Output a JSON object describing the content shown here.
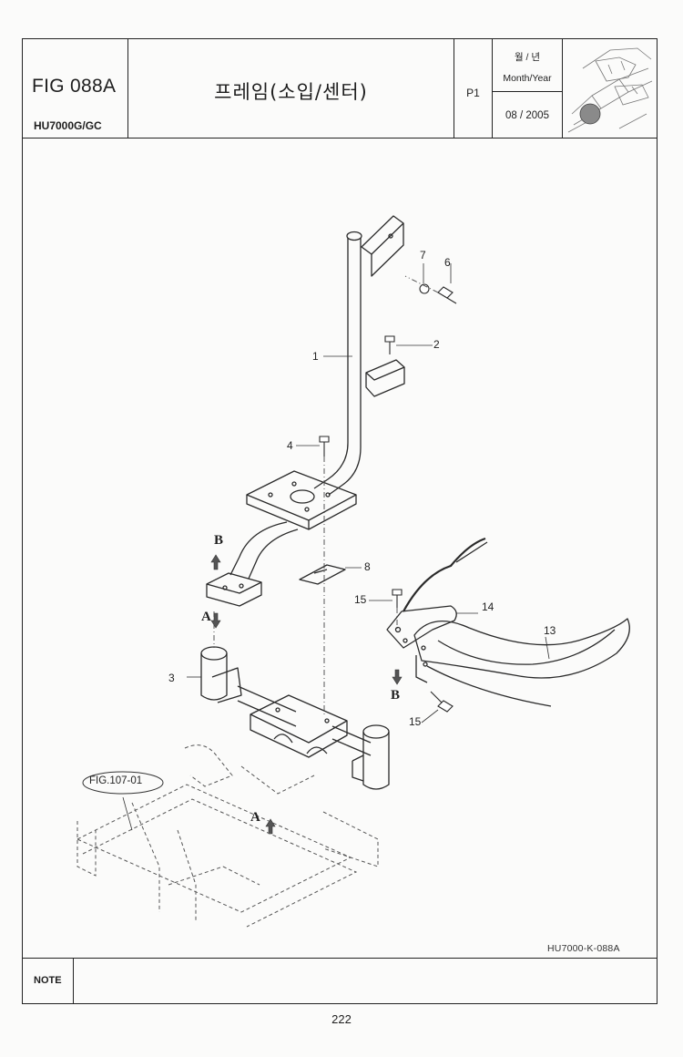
{
  "header": {
    "fig_no": "FIG 088A",
    "model": "HU7000G/GC",
    "title": "프레임(소입/센터)",
    "page": "P1",
    "date_label_ko": "월 / 년",
    "date_label_en": "Month/Year",
    "date_value": "08 / 2005"
  },
  "diagram": {
    "callouts": [
      "1",
      "2",
      "3",
      "4",
      "6",
      "7",
      "8",
      "13",
      "14",
      "15",
      "15"
    ],
    "arrow_labels": [
      "B",
      "A",
      "B",
      "A"
    ],
    "figure_ref": "FIG.107-01",
    "drawing_no": "HU7000-K-088A"
  },
  "note": {
    "label": "NOTE",
    "text": ""
  },
  "footer": {
    "page_number": "222"
  }
}
